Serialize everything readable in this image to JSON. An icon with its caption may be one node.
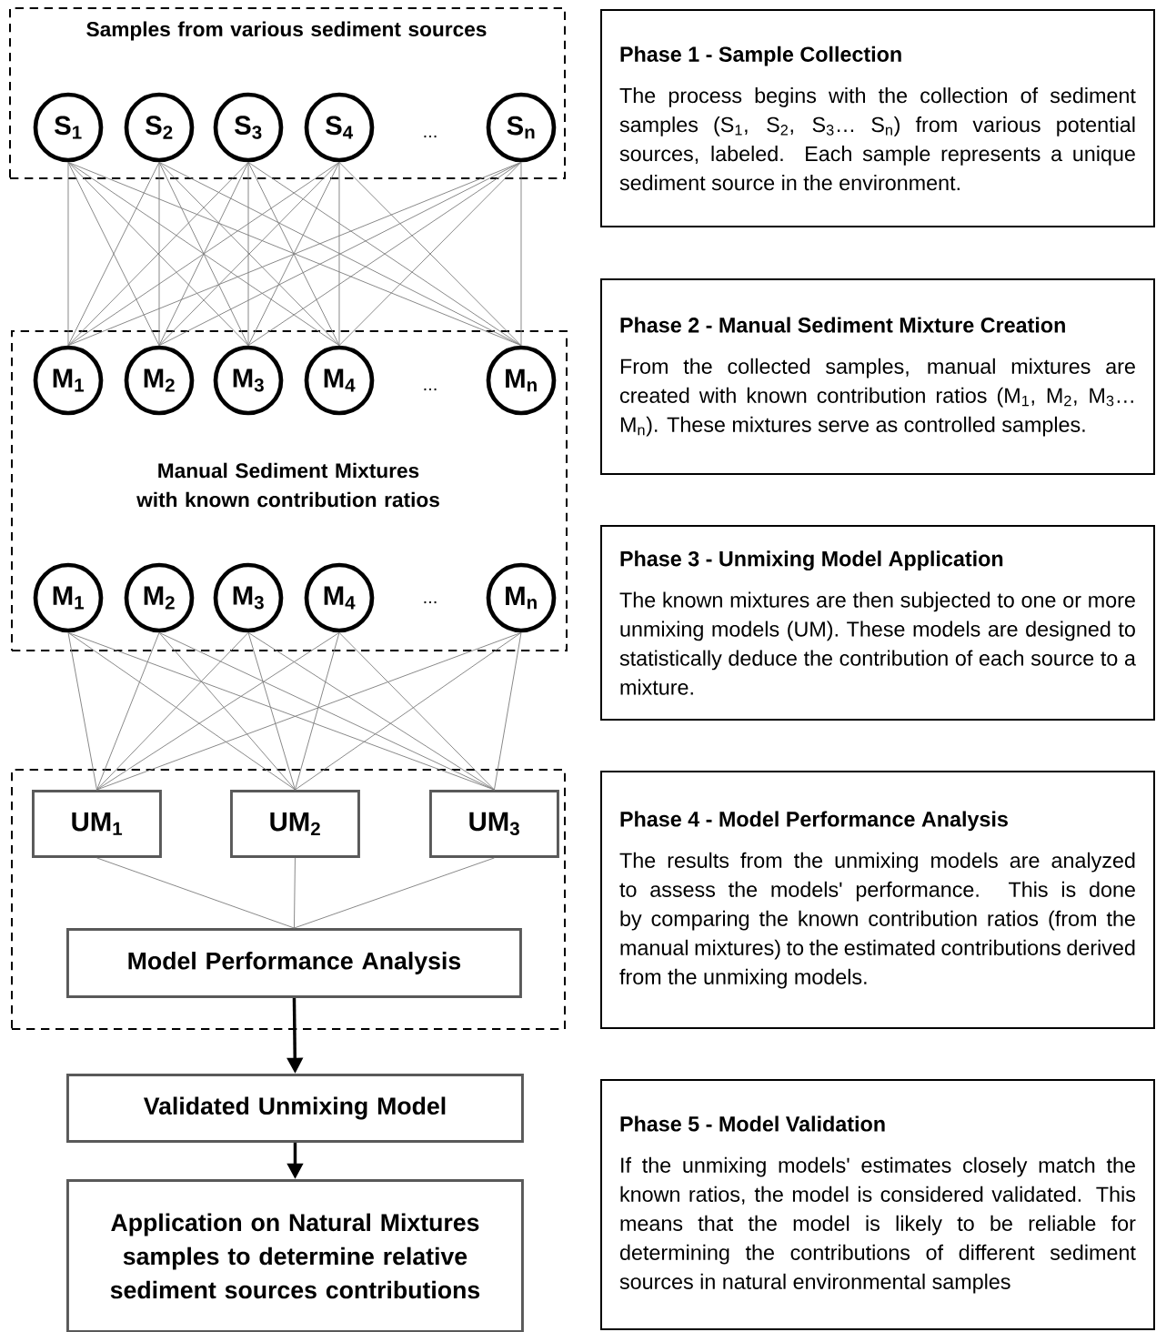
{
  "diagram": {
    "nodes": [
      {
        "text": [
          "Samples from various sediment sources"
        ]
      },
      {
        "text": [
          "S$_{1}$"
        ],
        "in": 0
      },
      {
        "text": [
          "S$_{2}$"
        ],
        "in": 0
      },
      {
        "text": [
          "S$_{3}$"
        ],
        "in": 0
      },
      {
        "text": [
          "S$_{4}$"
        ],
        "in": 0
      },
      {
        "text": [
          "S$_{n}$"
        ],
        "in": 0
      },
      {
        "text": [
          "Manual Sediment Mixtures with known contribution ratios"
        ]
      },
      {
        "text": [
          "M$_{1}$"
        ],
        "in": 6
      },
      {
        "text": [
          "M$_{2}$"
        ],
        "in": 6
      },
      {
        "text": [
          "M$_{3}$"
        ],
        "in": 6
      },
      {
        "text": [
          "M$_{4}$"
        ],
        "in": 6
      },
      {
        "text": [
          "M$_{n}$"
        ],
        "in": 6
      },
      {
        "text": [
          "M$_{1}$"
        ],
        "in": 6
      },
      {
        "text": [
          "M$_{2}$"
        ],
        "in": 6
      },
      {
        "text": [
          "M$_{3}$"
        ],
        "in": 6
      },
      {
        "text": [
          "M$_{4}$"
        ],
        "in": 6
      },
      {
        "text": [
          "M$_{n}$"
        ],
        "in": 6
      },
      {
        "text": [],
        "shape": "box"
      },
      {
        "text": [
          "UM$_{1}$"
        ],
        "in": 17
      },
      {
        "text": [
          "UM$_{2}$"
        ],
        "in": 17
      },
      {
        "text": [
          "UM$_{3}$"
        ],
        "in": 17
      },
      {
        "text": [
          "Model Performance Analysis"
        ],
        "in": 17
      },
      {
        "text": [
          "Validated Unmixing Model"
        ]
      },
      {
        "text": [
          "Application on Natural Mixtures samples to determine relative sediment sources contributions"
        ]
      },
      {
        "text": [
          "Phase 1 - Sample Collection",
          "The process begins with the collection of sediment samples (S$_{1}$, S$_{2}$, S$_{3}$… S$_{n}$) from various potential sources, labeled. Each sample represents a unique sediment source in the environment."
        ]
      },
      {
        "text": [
          "Phase 2 - Manual Sediment Mixture Creation",
          "From the collected samples, manual mixtures are created with known contribution ratios (M$_{1}$, M$_{2}$, M$_{3}$… M$_{n}$). These mixtures serve as controlled samples."
        ]
      },
      {
        "text": [
          "Phase 3 - Unmixing Model Application",
          "The known mixtures are then subjected to one or more unmixing models (UM). These models are designed to statistically deduce the contribution of each source to a mixture."
        ]
      },
      {
        "text": [
          "Phase 4 - Model Performance Analysis",
          "The results from the unmixing models are analyzed to assess the models' performance. This is done by comparing the known contribution ratios (from the manual mixtures) to the estimated contributions derived from the unmixing models."
        ]
      },
      {
        "text": [
          "Phase 5 - Model Validation",
          "If the unmixing models' estimates closely match the known ratios, the model is considered validated. This means that the model is likely to be reliable for determining the contributions of different sediment sources in natural environmental samples"
        ]
      }
    ],
    "edges": [
      {
        "from": 1,
        "to": 7,
        "arrow": "none"
      },
      {
        "from": 1,
        "to": 8,
        "arrow": "none"
      },
      {
        "from": 1,
        "to": 9,
        "arrow": "none"
      },
      {
        "from": 1,
        "to": 10,
        "arrow": "none"
      },
      {
        "from": 1,
        "to": 11,
        "arrow": "none"
      },
      {
        "from": 2,
        "to": 7,
        "arrow": "none"
      },
      {
        "from": 2,
        "to": 8,
        "arrow": "none"
      },
      {
        "from": 2,
        "to": 9,
        "arrow": "none"
      },
      {
        "from": 2,
        "to": 10,
        "arrow": "none"
      },
      {
        "from": 2,
        "to": 11,
        "arrow": "none"
      },
      {
        "from": 3,
        "to": 7,
        "arrow": "none"
      },
      {
        "from": 3,
        "to": 8,
        "arrow": "none"
      },
      {
        "from": 3,
        "to": 9,
        "arrow": "none"
      },
      {
        "from": 3,
        "to": 10,
        "arrow": "none"
      },
      {
        "from": 3,
        "to": 11,
        "arrow": "none"
      },
      {
        "from": 4,
        "to": 7,
        "arrow": "none"
      },
      {
        "from": 4,
        "to": 8,
        "arrow": "none"
      },
      {
        "from": 4,
        "to": 9,
        "arrow": "none"
      },
      {
        "from": 4,
        "to": 10,
        "arrow": "none"
      },
      {
        "from": 4,
        "to": 11,
        "arrow": "none"
      },
      {
        "from": 5,
        "to": 7,
        "arrow": "none"
      },
      {
        "from": 5,
        "to": 8,
        "arrow": "none"
      },
      {
        "from": 5,
        "to": 9,
        "arrow": "none"
      },
      {
        "from": 5,
        "to": 10,
        "arrow": "none"
      },
      {
        "from": 5,
        "to": 11,
        "arrow": "none"
      },
      {
        "from": 12,
        "to": 18,
        "arrow": "none"
      },
      {
        "from": 12,
        "to": 19,
        "arrow": "none"
      },
      {
        "from": 12,
        "to": 20,
        "arrow": "none"
      },
      {
        "from": 13,
        "to": 18,
        "arrow": "none"
      },
      {
        "from": 13,
        "to": 19,
        "arrow": "none"
      },
      {
        "from": 13,
        "to": 20,
        "arrow": "none"
      },
      {
        "from": 14,
        "to": 18,
        "arrow": "none"
      },
      {
        "from": 14,
        "to": 19,
        "arrow": "none"
      },
      {
        "from": 14,
        "to": 20,
        "arrow": "none"
      },
      {
        "from": 15,
        "to": 18,
        "arrow": "none"
      },
      {
        "from": 15,
        "to": 19,
        "arrow": "none"
      },
      {
        "from": 15,
        "to": 20,
        "arrow": "none"
      },
      {
        "from": 16,
        "to": 18,
        "arrow": "none"
      },
      {
        "from": 16,
        "to": 19,
        "arrow": "none"
      },
      {
        "from": 16,
        "to": 20,
        "arrow": "none"
      },
      {
        "from": 18,
        "to": 21,
        "arrow": "none"
      },
      {
        "from": 19,
        "to": 21,
        "arrow": "none"
      },
      {
        "from": 20,
        "to": 21,
        "arrow": "none"
      },
      {
        "from": 21,
        "to": 22,
        "arrow": "to",
        "style": "thick",
        "color": "#000000"
      },
      {
        "from": 22,
        "to": 23,
        "arrow": "to",
        "style": "thick",
        "color": "#000000"
      }
    ],
    "labels": [
      "...",
      "...",
      "..."
    ]
  }
}
